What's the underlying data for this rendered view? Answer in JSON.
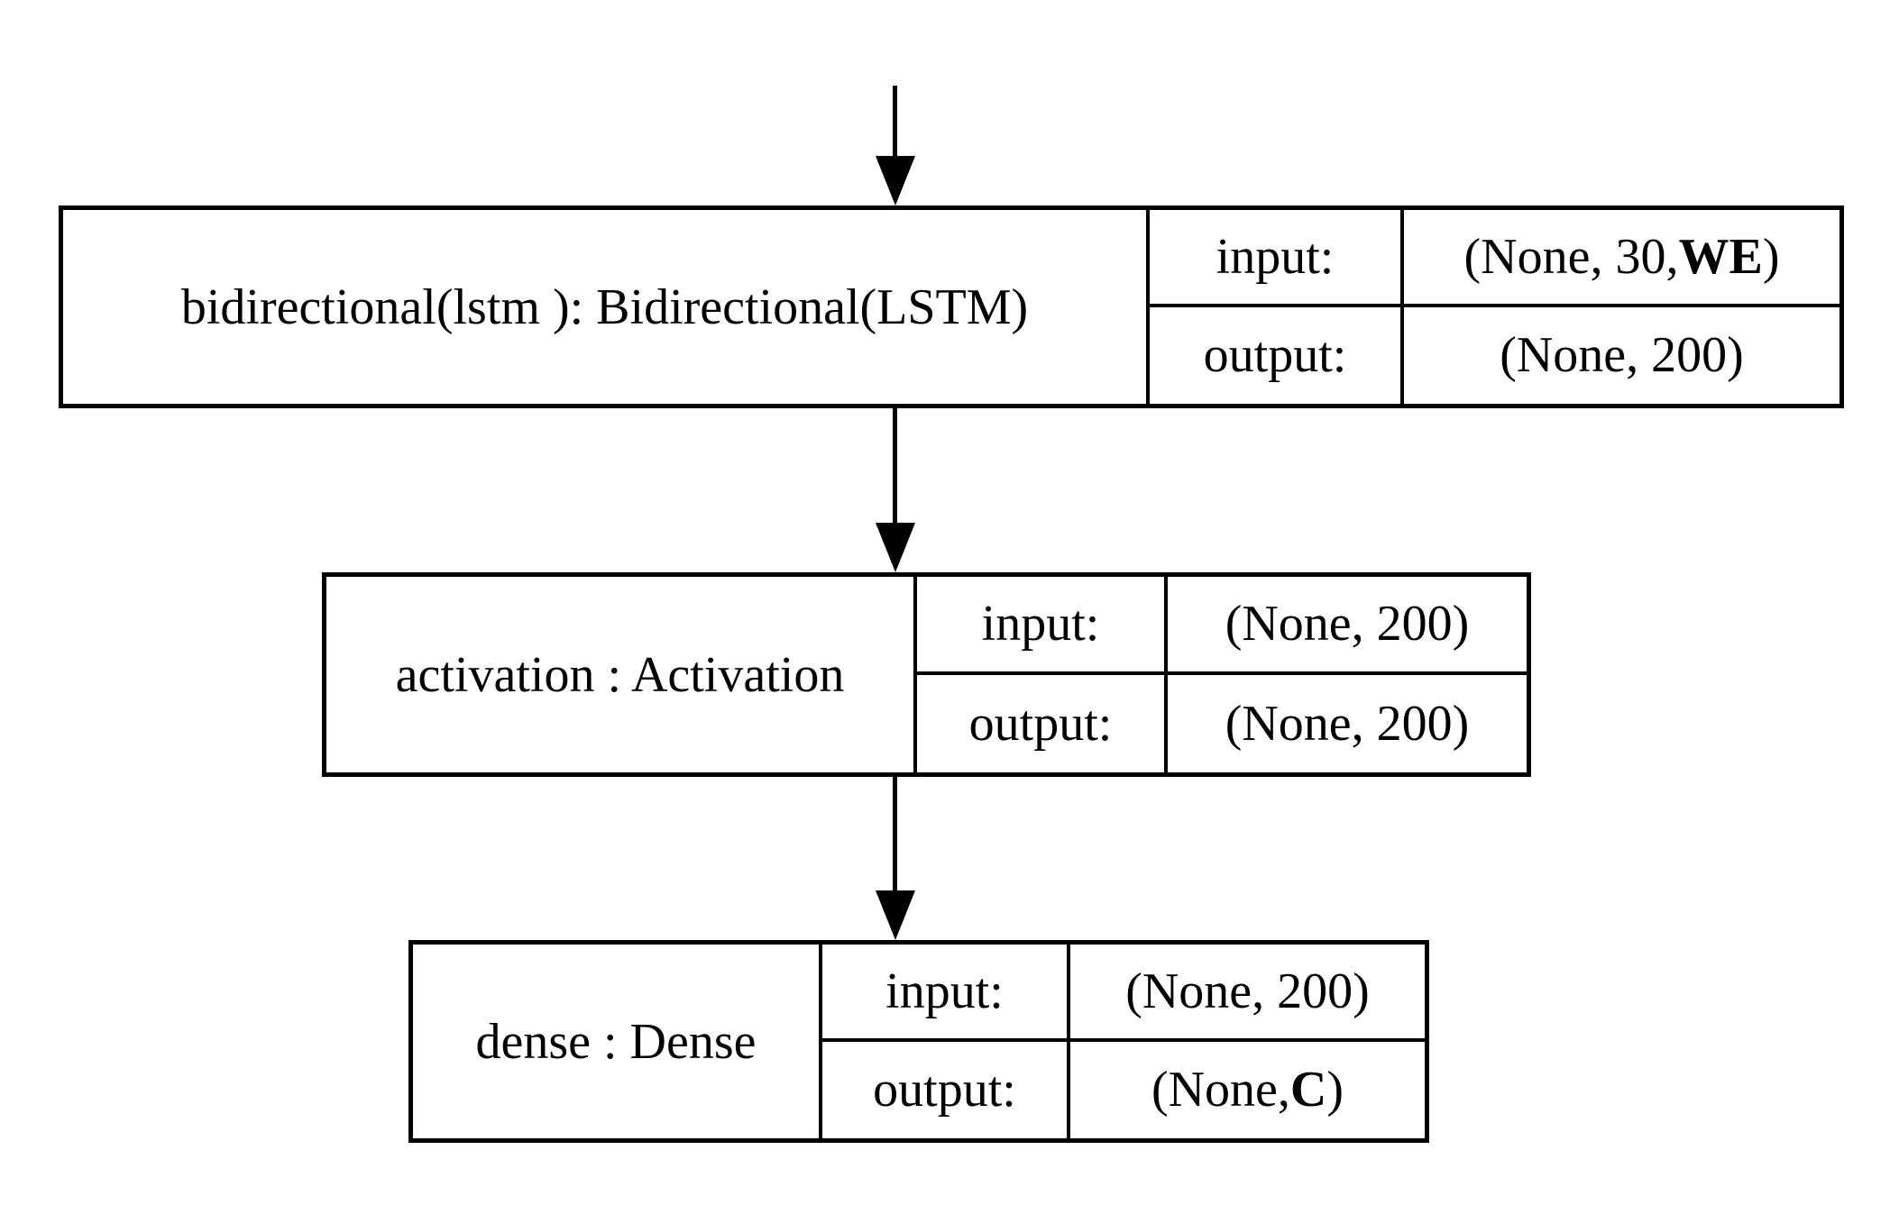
{
  "diagram": {
    "kind": "keras-model-architecture",
    "background_color": "#ffffff",
    "border_color": "#000000",
    "text_color": "#000000",
    "emphasis_color": "#000000"
  },
  "connectors": [
    {
      "icon": "arrow-down-icon",
      "from": "top",
      "to": "bidirectional"
    },
    {
      "icon": "arrow-down-icon",
      "from": "bidirectional",
      "to": "activation"
    },
    {
      "icon": "arrow-down-icon",
      "from": "activation",
      "to": "dense"
    }
  ],
  "nodes": [
    {
      "name": "bidirectional(lstm ): Bidirectional(LSTM)",
      "input_label": "input:",
      "output_label": "output:",
      "input_shape_prefix": "(None, 30, ",
      "input_shape_emph": "WE",
      "input_shape_suffix": " )",
      "output_shape_prefix": "(None, 200)",
      "output_shape_emph": "",
      "output_shape_suffix": ""
    },
    {
      "name": "activation : Activation",
      "input_label": "input:",
      "output_label": "output:",
      "input_shape_prefix": "(None, 200)",
      "input_shape_emph": "",
      "input_shape_suffix": "",
      "output_shape_prefix": "(None, 200)",
      "output_shape_emph": "",
      "output_shape_suffix": ""
    },
    {
      "name": "dense : Dense",
      "input_label": "input:",
      "output_label": "output:",
      "input_shape_prefix": "(None, 200)",
      "input_shape_emph": "",
      "input_shape_suffix": "",
      "output_shape_prefix": "(None,",
      "output_shape_emph": "C",
      "output_shape_suffix": ")"
    }
  ]
}
